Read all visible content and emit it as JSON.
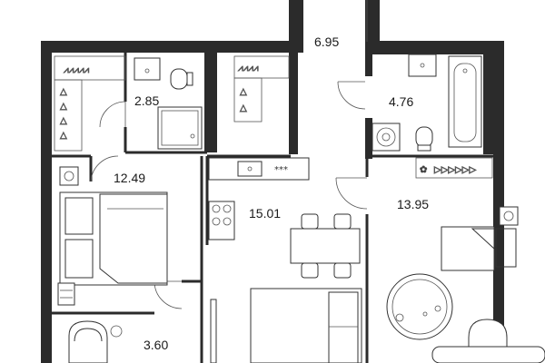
{
  "floor_plan": {
    "rooms": [
      {
        "id": "hall",
        "area": "6.95"
      },
      {
        "id": "bathroom-1",
        "area": "2.85"
      },
      {
        "id": "bathroom-2",
        "area": "4.76"
      },
      {
        "id": "bedroom-1",
        "area": "12.49"
      },
      {
        "id": "kitchen-living",
        "area": "15.01"
      },
      {
        "id": "bedroom-2",
        "area": "13.95"
      },
      {
        "id": "storage",
        "area": "3.60"
      }
    ],
    "hob_glyph": "***"
  },
  "colors": {
    "wall": "#2b2b2b",
    "background": "#ffffff",
    "fixture_stroke": "#333333"
  }
}
